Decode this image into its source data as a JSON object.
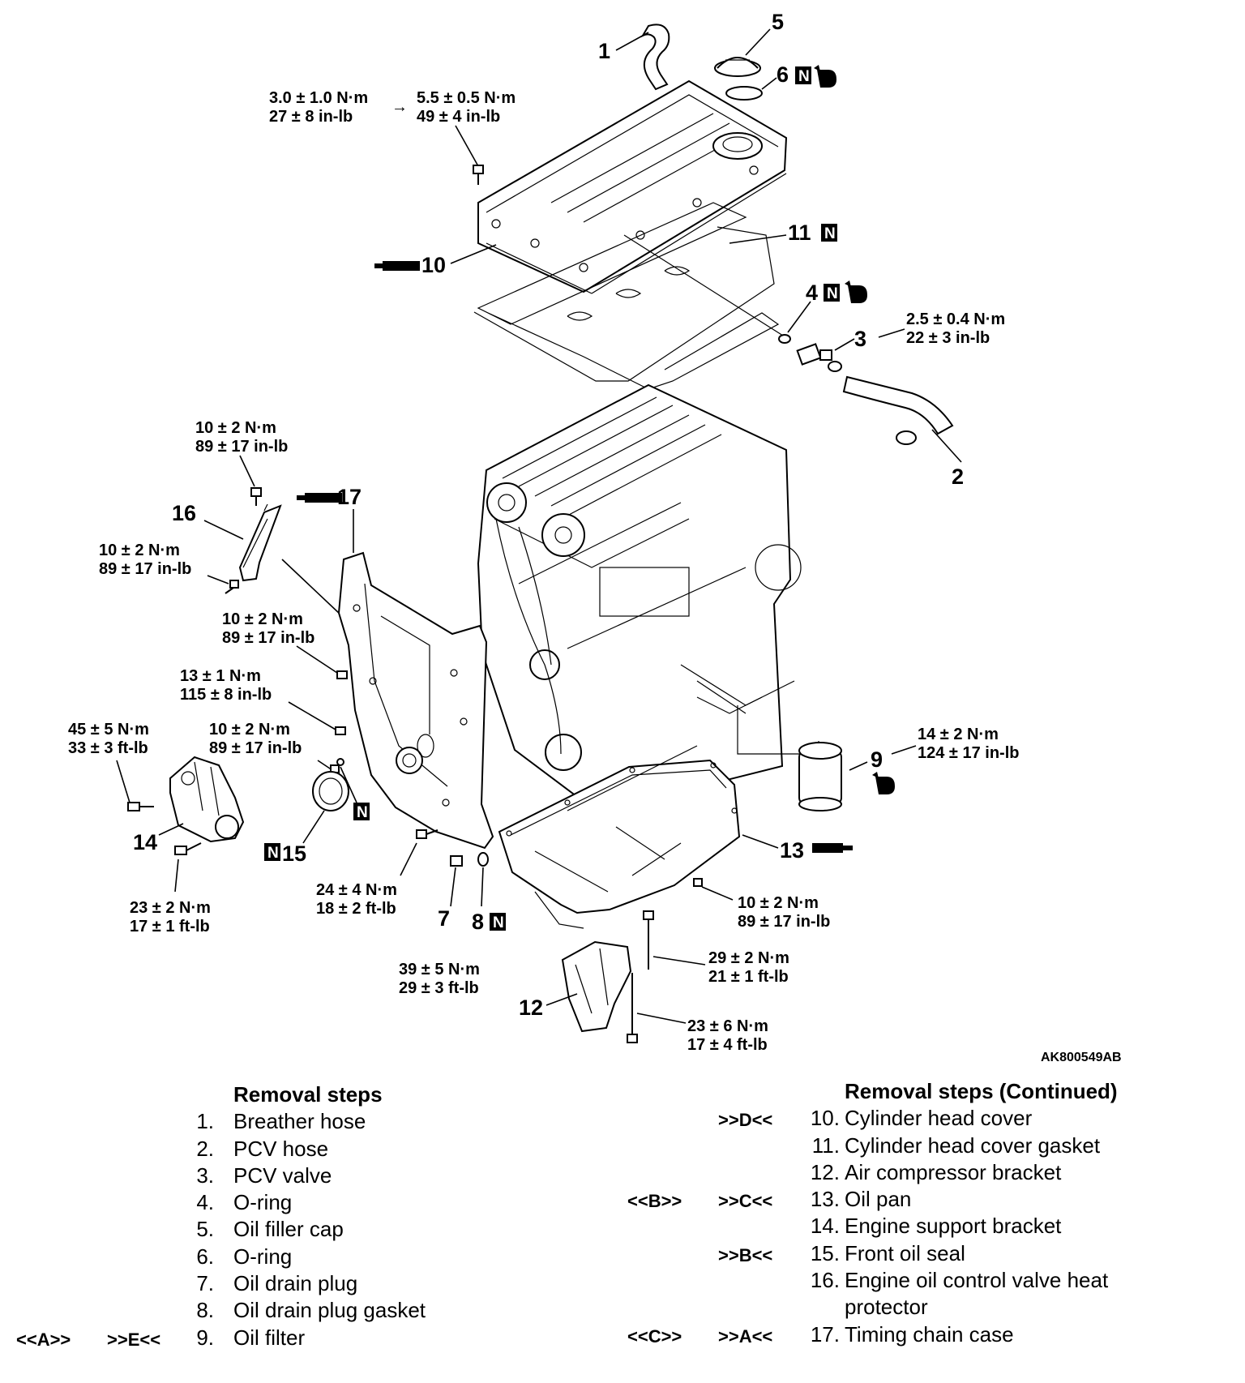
{
  "callouts": {
    "c1": "1",
    "c2": "2",
    "c3": "3",
    "c4": "4",
    "c5": "5",
    "c6": "6",
    "c7": "7",
    "c8": "8",
    "c9": "9",
    "c10": "10",
    "c11": "11",
    "c12": "12",
    "c13": "13",
    "c14": "14",
    "c15": "15",
    "c16": "16",
    "c17": "17",
    "n_marker": "N"
  },
  "torques": {
    "t_cover_a1": "3.0 ± 1.0 N·m",
    "t_cover_a2": "27 ± 8 in-lb",
    "t_cover_arrow": "→",
    "t_cover_b1": "5.5 ± 0.5 N·m",
    "t_cover_b2": "49 ± 4 in-lb",
    "t_pcv1": "2.5 ± 0.4 N·m",
    "t_pcv2": "22 ± 3 in-lb",
    "t_heat_top1": "10 ± 2 N·m",
    "t_heat_top2": "89 ± 17 in-lb",
    "t_heat_bot1": "10 ± 2 N·m",
    "t_heat_bot2": "89 ± 17 in-lb",
    "t_case_a1": "10 ± 2 N·m",
    "t_case_a2": "89 ± 17 in-lb",
    "t_case_b1": "13 ± 1 N·m",
    "t_case_b2": "115 ± 8 in-lb",
    "t_case_c1": "10 ± 2 N·m",
    "t_case_c2": "89 ± 17 in-lb",
    "t_support_top1": "45 ± 5 N·m",
    "t_support_top2": "33 ± 3 ft-lb",
    "t_support_bot1": "23 ± 2 N·m",
    "t_support_bot2": "17 ± 1 ft-lb",
    "t_case_d1": "24 ± 4 N·m",
    "t_case_d2": "18 ± 2 ft-lb",
    "t_drain1": "39 ± 5 N·m",
    "t_drain2": "29 ± 3 ft-lb",
    "t_filter1": "14 ± 2 N·m",
    "t_filter2": "124 ± 17 in-lb",
    "t_pan1": "10 ± 2 N·m",
    "t_pan2": "89 ± 17 in-lb",
    "t_comp_a1": "29 ± 2 N·m",
    "t_comp_a2": "21 ± 1 ft-lb",
    "t_comp_b1": "23 ± 6 N·m",
    "t_comp_b2": "17 ± 4 ft-lb"
  },
  "figure_id": "AK800549AB",
  "removal_steps": {
    "heading": "Removal steps",
    "items": [
      {
        "code_a": "",
        "code_b": "",
        "num": "1.",
        "label": "Breather hose"
      },
      {
        "code_a": "",
        "code_b": "",
        "num": "2.",
        "label": "PCV hose"
      },
      {
        "code_a": "",
        "code_b": "",
        "num": "3.",
        "label": "PCV valve"
      },
      {
        "code_a": "",
        "code_b": "",
        "num": "4.",
        "label": "O-ring"
      },
      {
        "code_a": "",
        "code_b": "",
        "num": "5.",
        "label": "Oil filler cap"
      },
      {
        "code_a": "",
        "code_b": "",
        "num": "6.",
        "label": "O-ring"
      },
      {
        "code_a": "",
        "code_b": "",
        "num": "7.",
        "label": "Oil drain plug"
      },
      {
        "code_a": "",
        "code_b": "",
        "num": "8.",
        "label": "Oil drain plug gasket"
      },
      {
        "code_a": "<<A>>",
        "code_b": ">>E<<",
        "num": "9.",
        "label": "Oil filter"
      }
    ]
  },
  "removal_steps_continued": {
    "heading": "Removal steps (Continued)",
    "items": [
      {
        "code_a": "",
        "code_b": ">>D<<",
        "num": "10.",
        "label": "Cylinder head cover"
      },
      {
        "code_a": "",
        "code_b": "",
        "num": "11.",
        "label": "Cylinder head cover gasket"
      },
      {
        "code_a": "",
        "code_b": "",
        "num": "12.",
        "label": "Air compressor bracket"
      },
      {
        "code_a": "<<B>>",
        "code_b": ">>C<<",
        "num": "13.",
        "label": "Oil pan"
      },
      {
        "code_a": "",
        "code_b": "",
        "num": "14.",
        "label": "Engine support bracket"
      },
      {
        "code_a": "",
        "code_b": ">>B<<",
        "num": "15.",
        "label": "Front oil seal"
      },
      {
        "code_a": "",
        "code_b": "",
        "num": "16.",
        "label": "Engine oil control valve heat"
      },
      {
        "code_a": "",
        "code_b": "",
        "num": "",
        "label": "protector"
      },
      {
        "code_a": "<<C>>",
        "code_b": ">>A<<",
        "num": "17.",
        "label": "Timing chain case"
      }
    ]
  }
}
